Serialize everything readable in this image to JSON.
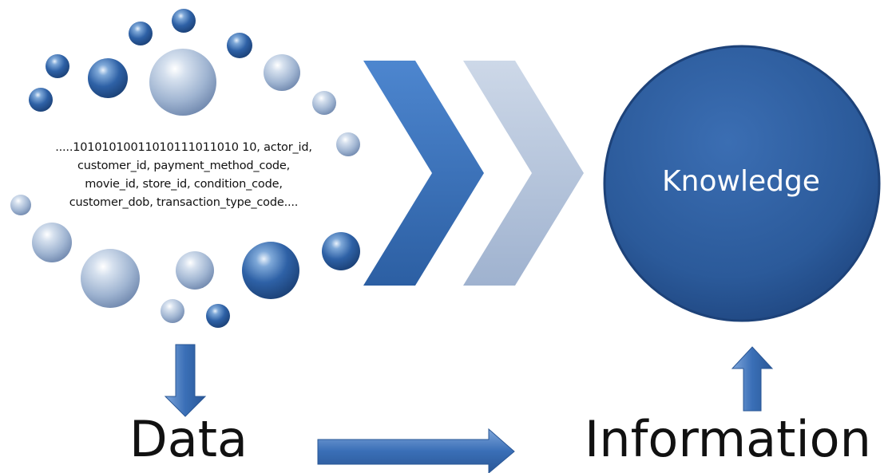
{
  "data_text_lines": [
    ".....10101010011010111011010 10, actor_id,",
    "customer_id, payment_method_code,",
    "movie_id, store_id, condition_code,",
    "customer_dob, transaction_type_code...."
  ],
  "labels": {
    "knowledge": "Knowledge",
    "data": "Data",
    "information": "Information"
  },
  "colors": {
    "dark_blue": "#2a5a9a",
    "light_blue": "#a9bcd6",
    "arrow_blue": "#3b6fb6"
  },
  "icons": {
    "bubbles": "sphere-bubble-icon",
    "chevrons": "chevron-right-icon",
    "arrows": "block-arrow-icon"
  }
}
